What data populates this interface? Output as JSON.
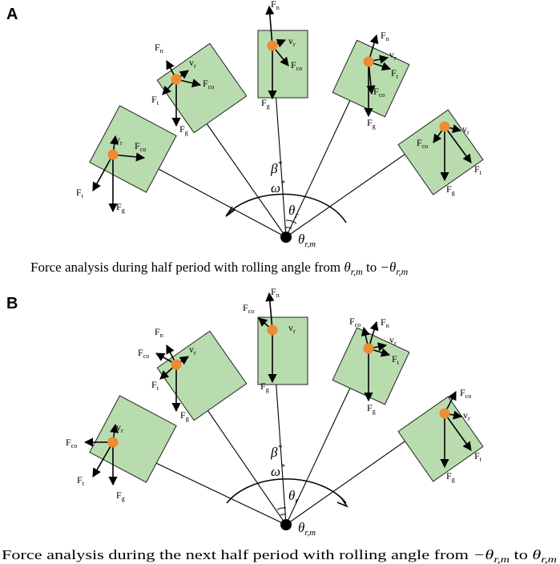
{
  "panels": [
    {
      "letter": "A",
      "caption_prefix": "Force analysis during half period with rolling angle from ",
      "caption_from": "θ",
      "caption_from_sub": "r,m",
      "caption_mid": " to ",
      "caption_to": "−θ",
      "caption_to_sub": "r,m"
    },
    {
      "letter": "B",
      "caption_prefix": "Force analysis during the next half period with rolling angle from ",
      "caption_from": "−θ",
      "caption_from_sub": "r,m",
      "caption_mid": " to ",
      "caption_to": "θ",
      "caption_to_sub": "r,m"
    }
  ],
  "symbols": {
    "beta": "β",
    "omega": "ω",
    "star": "*",
    "theta": "θ",
    "theta_r_sub": "r",
    "theta_rm_sub": "r,m"
  },
  "force_labels": {
    "F": "F",
    "v": "v",
    "n": "n",
    "t": "t",
    "g": "g",
    "co": "co",
    "r": "r"
  },
  "colors": {
    "box_fill": "#b9dcae",
    "box_stroke": "#222222",
    "mass_fill": "#f08a33",
    "line": "#000000"
  }
}
